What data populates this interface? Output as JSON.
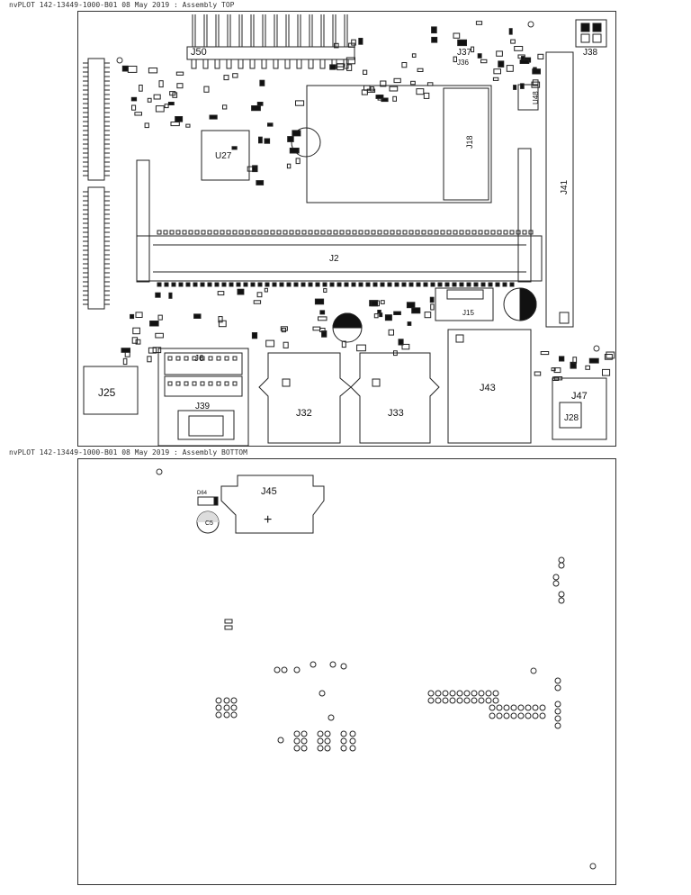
{
  "headers": {
    "top": "nvPLOT 142-13449-1000-B01 08 May 2019 : Assembly TOP",
    "bottom": "nvPLOT 142-13449-1000-B01 08 May 2019 : Assembly BOTTOM"
  },
  "top_labels": {
    "J50": "J50",
    "J38": "J38",
    "J37": "J37",
    "J36": "J36",
    "J39s": "J39",
    "U27": "U27",
    "U48": "U48",
    "J18": "J18",
    "J41": "J41",
    "J2": "J2",
    "J15": "J15",
    "J6": "J6",
    "J39": "J39",
    "J25": "J25",
    "J32": "J32",
    "J33": "J33",
    "J43": "J43",
    "J47": "J47",
    "J28": "J28"
  },
  "bottom_labels": {
    "J45": "J45",
    "D64": "D64",
    "C5": "C5",
    "plus": "+"
  },
  "colors": {
    "line": "#222222",
    "fill": "#111111",
    "bg": "#ffffff"
  }
}
